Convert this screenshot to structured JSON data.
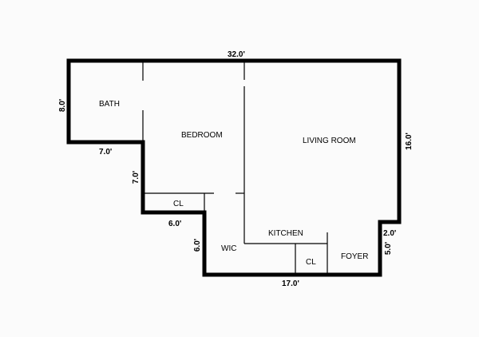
{
  "rooms": {
    "bath": "BATH",
    "bedroom": "BEDROOM",
    "living_room": "LIVING ROOM",
    "closet_bedroom": "CL",
    "wic": "WIC",
    "kitchen": "KITCHEN",
    "closet_foyer": "CL",
    "foyer": "FOYER"
  },
  "dimensions": {
    "top": "32.0'",
    "left_bath": "8.0'",
    "bath_bottom": "7.0'",
    "bedroom_left": "7.0'",
    "closet_bottom": "6.0'",
    "wic_left": "6.0'",
    "bottom": "17.0'",
    "right": "16.0'",
    "notch_step": "2.0'",
    "foyer_right": "5.0'"
  }
}
